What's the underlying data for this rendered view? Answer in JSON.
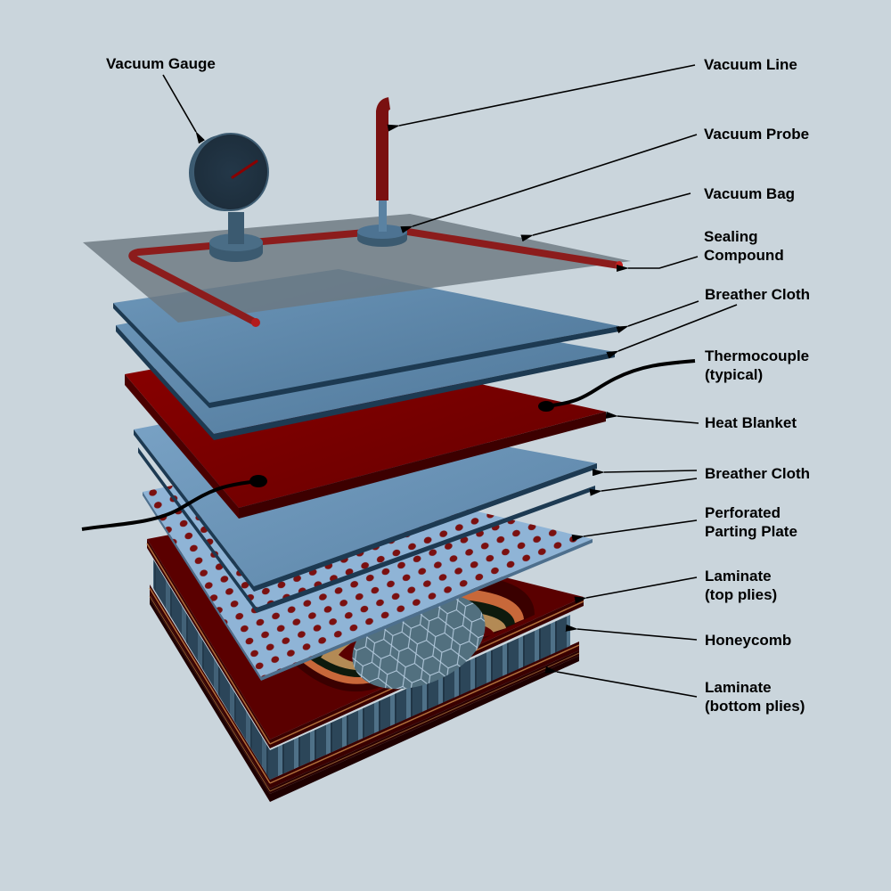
{
  "title": "Vacuum bag repair layup (exploded view)",
  "colors": {
    "background": "#cad5dc",
    "breather": "#5b84a6",
    "breather_edge": "#1d3a52",
    "heat_blanket": "#7a0000",
    "heat_blanket_edge": "#3d0000",
    "vacuum_bag": "#6b7880",
    "sealing_compound": "#9e1c1c",
    "perforated_plate": "#8fb4d6",
    "laminate": "#5a0000",
    "honeycomb": "#2d475a",
    "ply_orange": "#c8683a",
    "ply_tan": "#b38a55",
    "ply_dark": "#0d1a0d",
    "gauge": "#3b5a70",
    "gauge_face": "#223444",
    "wire": "#000000"
  },
  "labels": {
    "vacuum_gauge": "Vacuum Gauge",
    "vacuum_line": "Vacuum Line",
    "vacuum_probe": "Vacuum Probe",
    "vacuum_bag": "Vacuum Bag",
    "sealing_compound": "Sealing\nCompound",
    "breather_cloth_top": "Breather Cloth",
    "thermocouple": "Thermocouple\n(typical)",
    "heat_blanket": "Heat Blanket",
    "breather_cloth_bottom": "Breather Cloth",
    "perforated_parting_plate": "Perforated\nParting Plate",
    "laminate_top": "Laminate\n(top plies)",
    "honeycomb": "Honeycomb",
    "laminate_bottom": "Laminate\n(bottom plies)"
  }
}
